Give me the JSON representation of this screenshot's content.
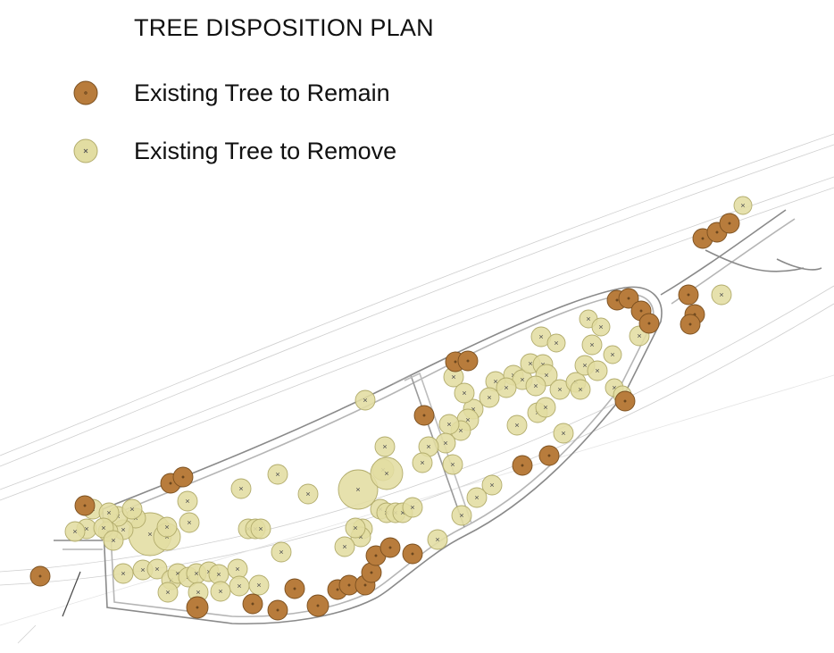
{
  "title": "TREE DISPOSITION PLAN",
  "legend": [
    {
      "key": "remain",
      "label": "Existing Tree to Remain",
      "color": "#b87c3c",
      "stroke": "#7a4f1f"
    },
    {
      "key": "remove",
      "label": "Existing Tree to Remove",
      "color": "#e2dda2",
      "stroke": "#b2ac6c"
    }
  ]
}
